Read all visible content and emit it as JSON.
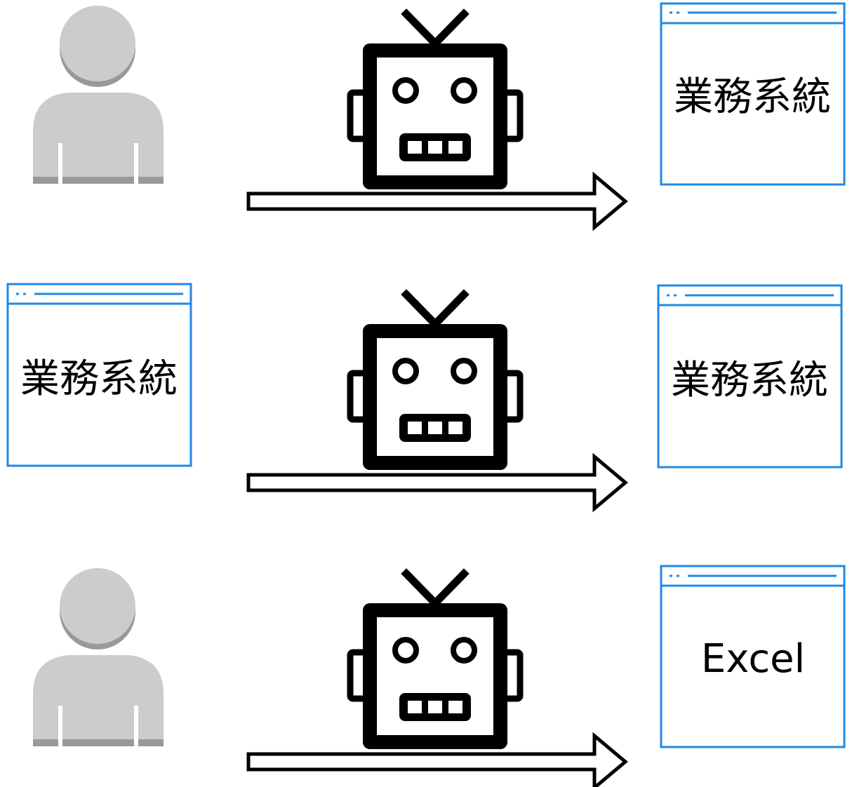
{
  "colors": {
    "person": "#cccccc",
    "person_shade": "#999999",
    "window_border": "#1e88e5",
    "robot": "#000000",
    "arrow_stroke": "#000000",
    "arrow_fill": "#ffffff"
  },
  "icons": {
    "person": "user-icon",
    "robot": "robot-icon",
    "window": "app-window-icon",
    "arrow": "right-arrow-icon"
  },
  "rows": [
    {
      "source": {
        "type": "person",
        "label": ""
      },
      "target": {
        "type": "window",
        "label": "業務系統"
      }
    },
    {
      "source": {
        "type": "window",
        "label": "業務系統"
      },
      "target": {
        "type": "window",
        "label": "業務系統"
      }
    },
    {
      "source": {
        "type": "person",
        "label": ""
      },
      "target": {
        "type": "window",
        "label": "Excel"
      }
    }
  ]
}
